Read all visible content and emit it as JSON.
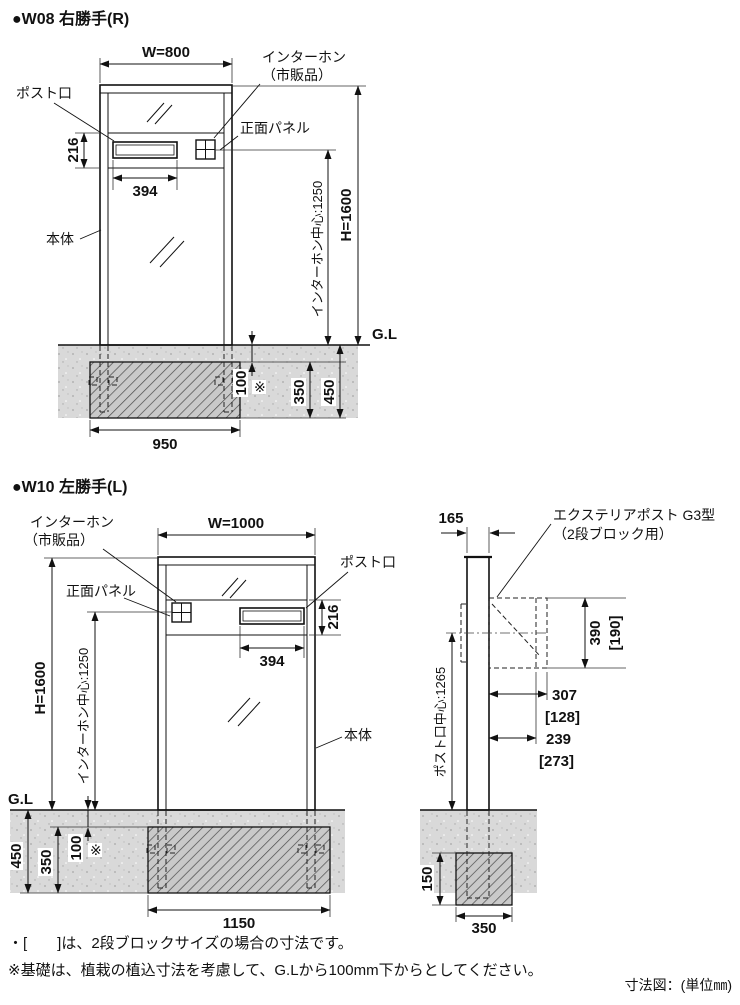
{
  "w08": {
    "title": "●W08 右勝手(R)",
    "dim_width": "W=800",
    "dim_found_width": "950"
  },
  "w10": {
    "title": "●W10 左勝手(L)",
    "dim_width": "W=1000",
    "dim_found_width": "1150"
  },
  "side": {
    "dim_post_width": "165",
    "label_post_line1": "エクステリアポスト G3型",
    "label_post_line2": "（2段ブロック用）",
    "dim_box_height": "390",
    "dim_box_height_alt": "[190]",
    "dim_depth1": "307",
    "dim_depth1_alt": "[128]",
    "dim_depth2": "239",
    "dim_depth2_alt": "[273]",
    "dim_post_center": "ポスト口中心:1265",
    "dim_found_height": "150",
    "dim_found_width": "350"
  },
  "labels": {
    "intercom_line1": "インターホン",
    "intercom_line2": "（市販品）",
    "post_slot": "ポスト口",
    "front_panel": "正面パネル",
    "body": "本体",
    "ground_level": "G.L"
  },
  "dims": {
    "height": "H=1600",
    "intercom_center": "インターホン中心:1250",
    "panel_height": "216",
    "slot_width": "394",
    "offset_100": "100",
    "asterisk": "※",
    "found_depth": "350",
    "total_depth": "450"
  },
  "notes": {
    "bracket_note": "・[　　]は、2段ブロックサイズの場合の寸法です。",
    "foundation_note": "※基礎は、植栽の植込寸法を考慮して、G.Lから100mm下からとしてください。",
    "unit_note": "寸法図：(単位㎜)"
  }
}
